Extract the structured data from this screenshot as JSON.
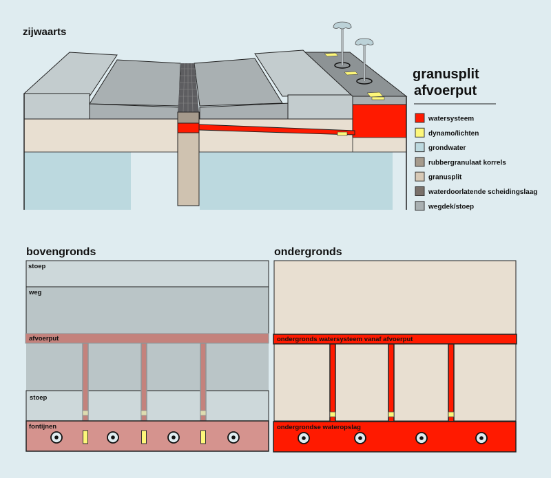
{
  "side_view": {
    "title": "zijwaarts",
    "heading_line1": "granusplit",
    "heading_line2": "afvoerput"
  },
  "legend": [
    {
      "label": "watersysteem",
      "color": "#ff1a00"
    },
    {
      "label": "dynamo/lichten",
      "color": "#fdf77a"
    },
    {
      "label": "grondwater",
      "color": "#bcd9df"
    },
    {
      "label": "rubbergranulaat korrels",
      "color": "#a59a8c"
    },
    {
      "label": "granusplit",
      "color": "#d7c9b6"
    },
    {
      "label": "waterdoorlatende scheidingslaag",
      "color": "#7a716b"
    },
    {
      "label": "wegdek/stoep",
      "color": "#a9b0b2"
    }
  ],
  "above_ground": {
    "title": "bovengronds",
    "layers": {
      "sidewalk_top": "stoep",
      "road": "weg",
      "drain": "afvoerput",
      "sidewalk_bottom": "stoep",
      "fountains": "fontijnen"
    }
  },
  "underground": {
    "title": "ondergronds",
    "layers": {
      "water_system": "ondergronds watersysteem vanaf afvoerput",
      "storage": "ondergrondse wateropslag"
    }
  },
  "colors": {
    "background": "#dfecf0",
    "water_red": "#ff1a00",
    "faded_red": "#c4827c",
    "fountain_band": "#d5938e",
    "sidewalk": "#cdd8da",
    "road": "#bac5c7",
    "sand": "#e8dfd1",
    "light_yellow": "#fdf77a"
  }
}
